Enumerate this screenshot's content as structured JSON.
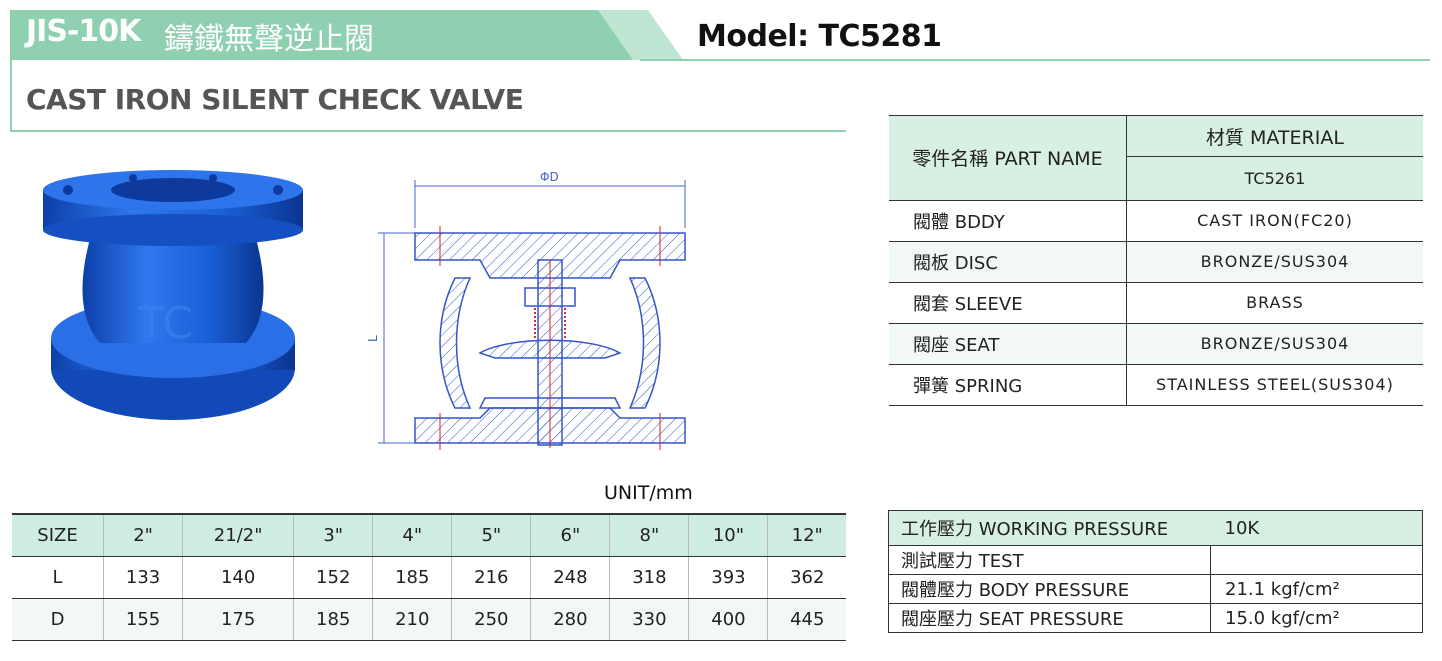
{
  "header": {
    "standard": "JIS-10K",
    "title_cn": "鑄鐵無聲逆止閥",
    "model": "Model: TC5281",
    "title_en": "CAST IRON SILENT CHECK VALVE"
  },
  "drawing": {
    "dim_d": "ΦD",
    "dim_l": "L"
  },
  "parts_table": {
    "part_header": "零件名稱 PART NAME",
    "material_header": "材質 MATERIAL",
    "material_sub": "TC5261",
    "rows": [
      {
        "part": "閥體 BDDY",
        "material": "CAST IRON(FC20)"
      },
      {
        "part": "閥板 DISC",
        "material": "BRONZE/SUS304"
      },
      {
        "part": "閥套 SLEEVE",
        "material": "BRASS"
      },
      {
        "part": "閥座 SEAT",
        "material": "BRONZE/SUS304"
      },
      {
        "part": "彈簧 SPRING",
        "material": "STAINLESS STEEL(SUS304)"
      }
    ]
  },
  "unit": "UNIT/mm",
  "size_table": {
    "header": [
      "SIZE",
      "2\"",
      "21/2\"",
      "3\"",
      "4\"",
      "5\"",
      "6\"",
      "8\"",
      "10\"",
      "12\""
    ],
    "rows": [
      [
        "L",
        "133",
        "140",
        "152",
        "185",
        "216",
        "248",
        "318",
        "393",
        "362"
      ],
      [
        "D",
        "155",
        "175",
        "185",
        "210",
        "250",
        "280",
        "330",
        "400",
        "445"
      ]
    ]
  },
  "pressure_table": {
    "rows": [
      {
        "label": "工作壓力 WORKING PRESSURE",
        "value": "10K"
      },
      {
        "label": "測試壓力 TEST",
        "value": ""
      },
      {
        "label": "閥體壓力 BODY PRESSURE",
        "value": "21.1 kgf/cm²"
      },
      {
        "label": "閥座壓力 SEAT PRESSURE",
        "value": "15.0 kgf/cm²"
      }
    ]
  },
  "colors": {
    "brand_green": "#8fd0b0",
    "header_fill": "#d8efe3",
    "valve_blue": "#1a5fd6"
  }
}
